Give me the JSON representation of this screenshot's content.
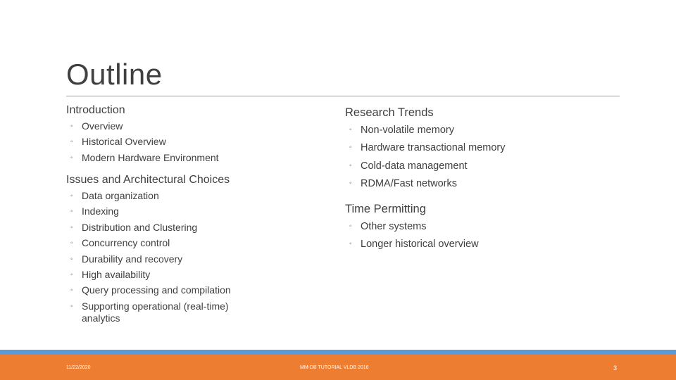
{
  "slide": {
    "title": "Outline",
    "left_column": {
      "sections": [
        {
          "heading": "Introduction",
          "items": [
            "Overview",
            "Historical Overview",
            "Modern Hardware Environment"
          ]
        },
        {
          "heading": "Issues and Architectural Choices",
          "items": [
            "Data organization",
            "Indexing",
            "Distribution and Clustering",
            "Concurrency control",
            "Durability and recovery",
            "High availability",
            "Query processing and compilation",
            "Supporting operational (real-time) analytics"
          ]
        }
      ]
    },
    "right_column": {
      "sections": [
        {
          "heading": "Research Trends",
          "items": [
            "Non-volatile memory",
            "Hardware transactional memory",
            "Cold-data management",
            "RDMA/Fast networks"
          ]
        },
        {
          "heading": "Time Permitting",
          "items": [
            "Other systems",
            "Longer historical overview"
          ]
        }
      ]
    },
    "bullet_glyph": "◦"
  },
  "footer": {
    "date": "11/22/2020",
    "center": "MM-DB TUTORIAL VLDB 2016",
    "page_number": "3"
  },
  "colors": {
    "footer_band": "#ed7d31",
    "footer_stripe": "#5b9bd5",
    "text": "#404040"
  }
}
